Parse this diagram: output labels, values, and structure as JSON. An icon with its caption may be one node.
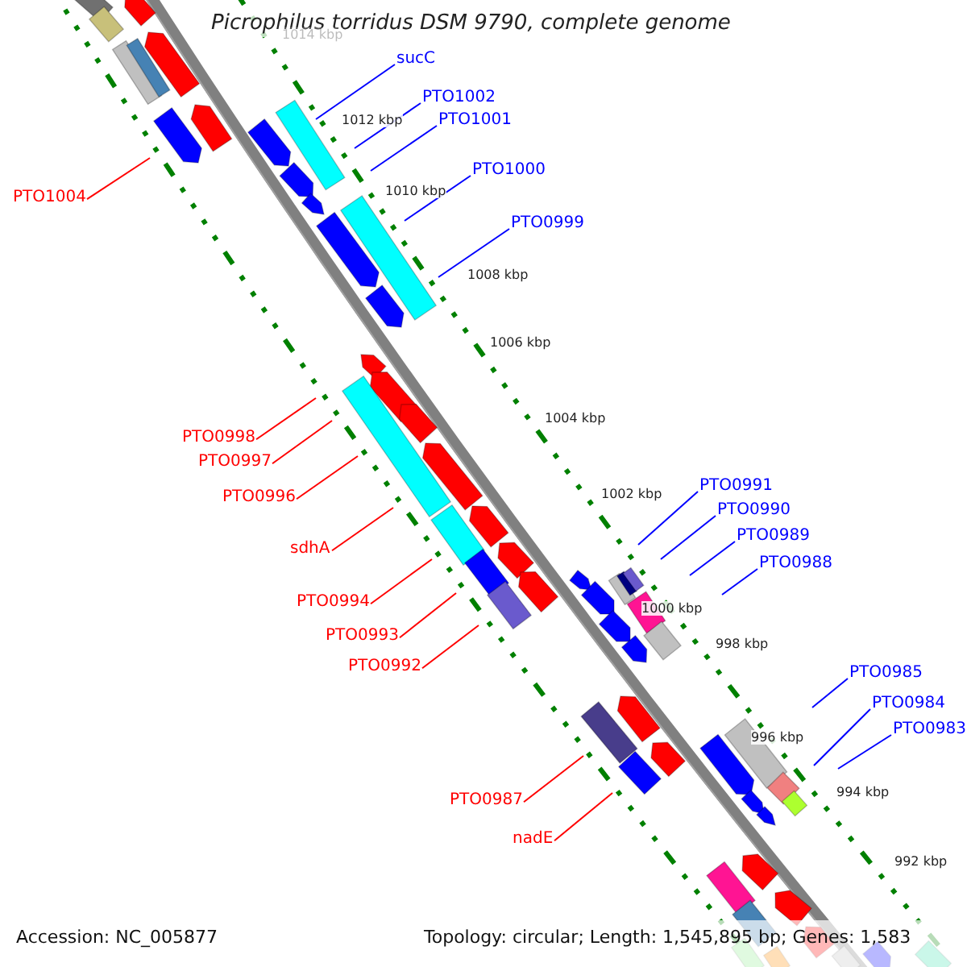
{
  "diagram": {
    "title": "Picrophilus torridus DSM 9790, complete genome",
    "nodes": [
      {
        "text": [
          "sucC"
        ]
      },
      {
        "text": [
          "PTO1002"
        ]
      },
      {
        "text": [
          "PTO1001"
        ]
      },
      {
        "text": [
          "PTO1000"
        ]
      },
      {
        "text": [
          "PTO1004"
        ]
      },
      {
        "text": [
          "PTO0999"
        ]
      },
      {
        "text": [
          "PTO0998"
        ]
      },
      {
        "text": [
          "PTO0997"
        ]
      },
      {
        "text": [
          "PTO0991"
        ]
      },
      {
        "text": [
          "PTO0996"
        ]
      },
      {
        "text": [
          "PTO0990"
        ]
      },
      {
        "text": [
          "PTO0989"
        ]
      },
      {
        "text": [
          "sdhA"
        ]
      },
      {
        "text": [
          "PTO0988"
        ]
      },
      {
        "text": [
          "PTO0994"
        ]
      },
      {
        "text": [
          "PTO0993"
        ]
      },
      {
        "text": [
          "PTO0992"
        ]
      },
      {
        "text": [
          "PTO0985"
        ]
      },
      {
        "text": [
          "PTO0984"
        ]
      },
      {
        "text": [
          "PTO0983"
        ]
      },
      {
        "text": [
          "PTO0987"
        ]
      },
      {
        "text": [
          "nadE"
        ]
      }
    ],
    "edges": [
      {
        "from": 0,
        "to": null,
        "arrow": "none"
      },
      {
        "from": 1,
        "to": null,
        "arrow": "none"
      },
      {
        "from": 2,
        "to": null,
        "arrow": "none"
      },
      {
        "from": 3,
        "to": null,
        "arrow": "none"
      },
      {
        "from": 4,
        "to": null,
        "arrow": "none",
        "color": "#ff0000"
      },
      {
        "from": 5,
        "to": null,
        "arrow": "none"
      },
      {
        "from": 6,
        "to": null,
        "arrow": "none",
        "color": "#ff0000"
      },
      {
        "from": 7,
        "to": null,
        "arrow": "none",
        "color": "#ff0000"
      },
      {
        "from": 8,
        "to": null,
        "arrow": "none"
      },
      {
        "from": 9,
        "to": null,
        "arrow": "none",
        "color": "#ff0000"
      },
      {
        "from": 10,
        "to": null,
        "arrow": "none"
      },
      {
        "from": 11,
        "to": null,
        "arrow": "none"
      },
      {
        "from": 12,
        "to": null,
        "arrow": "none",
        "color": "#ff0000"
      },
      {
        "from": 13,
        "to": null,
        "arrow": "none"
      },
      {
        "from": 14,
        "to": null,
        "arrow": "none",
        "color": "#ff0000"
      },
      {
        "from": 15,
        "to": null,
        "arrow": "none",
        "color": "#ff0000"
      },
      {
        "from": 16,
        "to": null,
        "arrow": "none",
        "color": "#ff0000"
      },
      {
        "from": 17,
        "to": null,
        "arrow": "none"
      },
      {
        "from": 18,
        "to": null,
        "arrow": "none"
      },
      {
        "from": 19,
        "to": null,
        "arrow": "none"
      },
      {
        "from": 20,
        "to": null,
        "arrow": "none",
        "color": "#ff0000"
      },
      {
        "from": 21,
        "to": null,
        "arrow": "none",
        "color": "#ff0000"
      }
    ],
    "labels": [
      "1014 kbp",
      "1012 kbp",
      "1010 kbp",
      "1008 kbp",
      "1006 kbp",
      "1004 kbp",
      "1002 kbp",
      "1000 kbp",
      "998 kbp",
      "996 kbp",
      "994 kbp",
      "992 kbp",
      "Accession: NC_005877",
      "Topology: circular; Length: 1,545,895 bp; Genes: 1,583"
    ]
  }
}
